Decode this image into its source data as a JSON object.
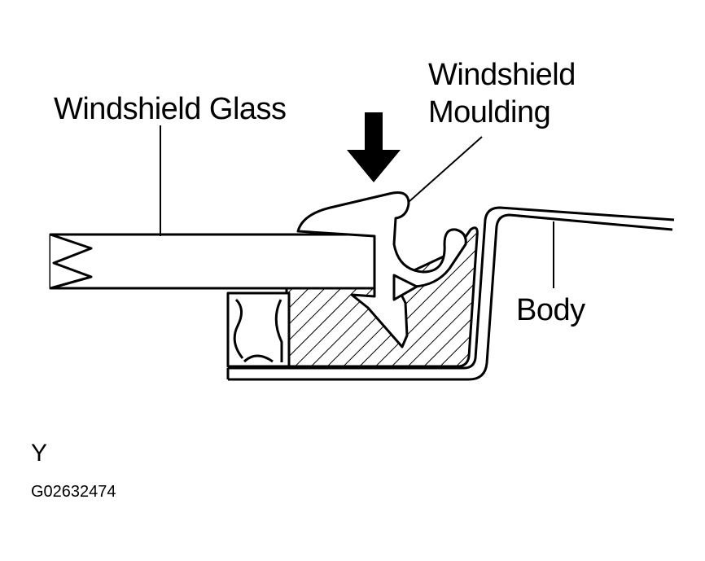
{
  "labels": {
    "glass": "Windshield Glass",
    "moulding_line1": "Windshield",
    "moulding_line2": "Moulding",
    "body": "Body",
    "view_letter": "Y",
    "figure_code": "G02632474"
  },
  "colors": {
    "ink": "#000000",
    "paper": "#ffffff"
  },
  "icons": {
    "press_arrow": "down-arrow-icon"
  }
}
